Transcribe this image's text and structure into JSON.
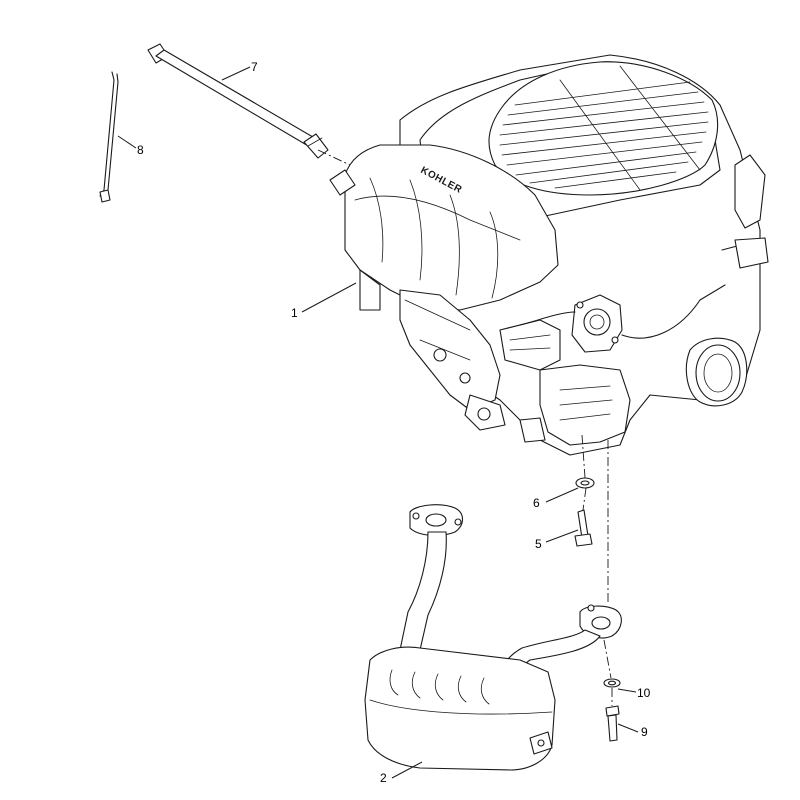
{
  "callouts": {
    "c1": "1",
    "c2": "2",
    "c5": "5",
    "c6": "6",
    "c7": "7",
    "c8": "8",
    "c9": "9",
    "c10": "10"
  },
  "engine_brand": "KOHLER",
  "colors": {
    "line": "#1a1a1a",
    "background": "#ffffff"
  }
}
